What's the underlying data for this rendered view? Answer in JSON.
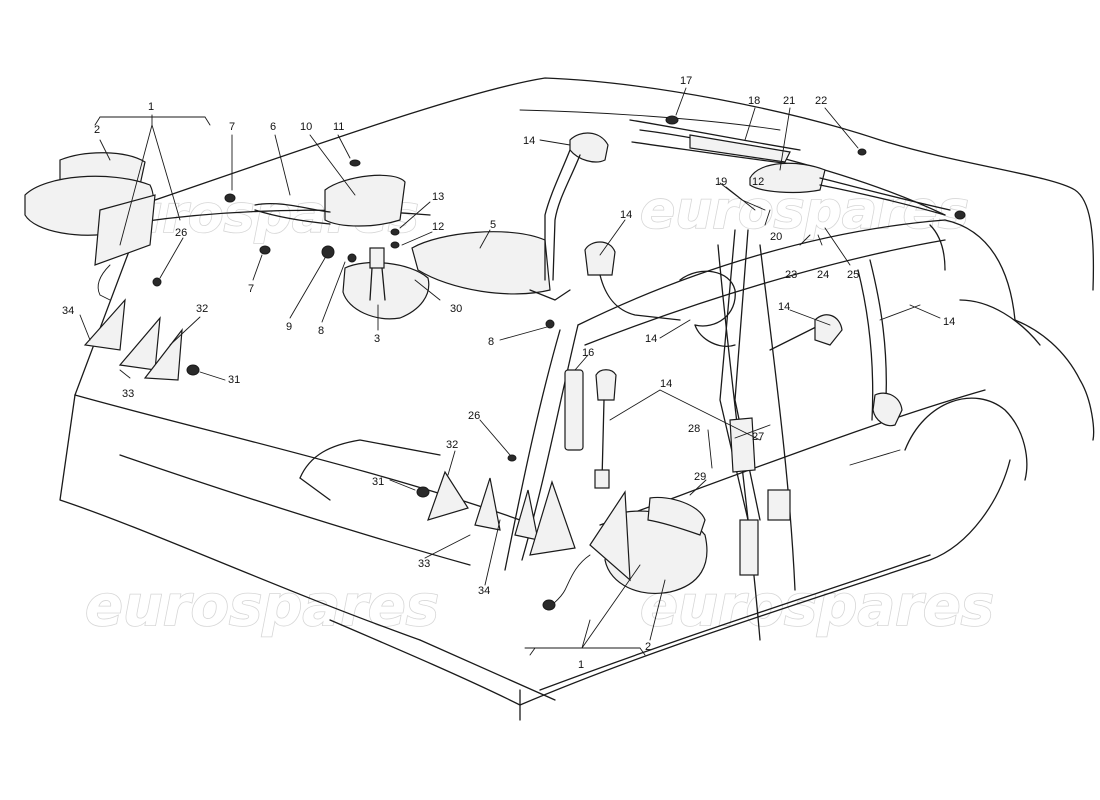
{
  "watermark": "eurospares",
  "callouts": [
    {
      "id": "c1a",
      "text": "1"
    },
    {
      "id": "c2a",
      "text": "2"
    },
    {
      "id": "c7a",
      "text": "7"
    },
    {
      "id": "c6",
      "text": "6"
    },
    {
      "id": "c10",
      "text": "10"
    },
    {
      "id": "c11",
      "text": "11"
    },
    {
      "id": "c13",
      "text": "13"
    },
    {
      "id": "c12a",
      "text": "12"
    },
    {
      "id": "c26a",
      "text": "26"
    },
    {
      "id": "c7b",
      "text": "7"
    },
    {
      "id": "c9",
      "text": "9"
    },
    {
      "id": "c8a",
      "text": "8"
    },
    {
      "id": "c3",
      "text": "3"
    },
    {
      "id": "c30",
      "text": "30"
    },
    {
      "id": "c5",
      "text": "5"
    },
    {
      "id": "c14a",
      "text": "14"
    },
    {
      "id": "c17",
      "text": "17"
    },
    {
      "id": "c18",
      "text": "18"
    },
    {
      "id": "c21",
      "text": "21"
    },
    {
      "id": "c22",
      "text": "22"
    },
    {
      "id": "c19",
      "text": "19"
    },
    {
      "id": "c12b",
      "text": "12"
    },
    {
      "id": "c20",
      "text": "20"
    },
    {
      "id": "c14b",
      "text": "14"
    },
    {
      "id": "c23",
      "text": "23"
    },
    {
      "id": "c24",
      "text": "24"
    },
    {
      "id": "c25",
      "text": "25"
    },
    {
      "id": "c34a",
      "text": "34"
    },
    {
      "id": "c32a",
      "text": "32"
    },
    {
      "id": "c31a",
      "text": "31"
    },
    {
      "id": "c33a",
      "text": "33"
    },
    {
      "id": "c8b",
      "text": "8"
    },
    {
      "id": "c14c",
      "text": "14"
    },
    {
      "id": "c16",
      "text": "16"
    },
    {
      "id": "c14d",
      "text": "14"
    },
    {
      "id": "c14e",
      "text": "14"
    },
    {
      "id": "c14f",
      "text": "14"
    },
    {
      "id": "c26b",
      "text": "26"
    },
    {
      "id": "c28",
      "text": "28"
    },
    {
      "id": "c27",
      "text": "27"
    },
    {
      "id": "c29",
      "text": "29"
    },
    {
      "id": "c32b",
      "text": "32"
    },
    {
      "id": "c31b",
      "text": "31"
    },
    {
      "id": "c33b",
      "text": "33"
    },
    {
      "id": "c34b",
      "text": "34"
    },
    {
      "id": "c1b",
      "text": "1"
    },
    {
      "id": "c2b",
      "text": "2"
    }
  ]
}
